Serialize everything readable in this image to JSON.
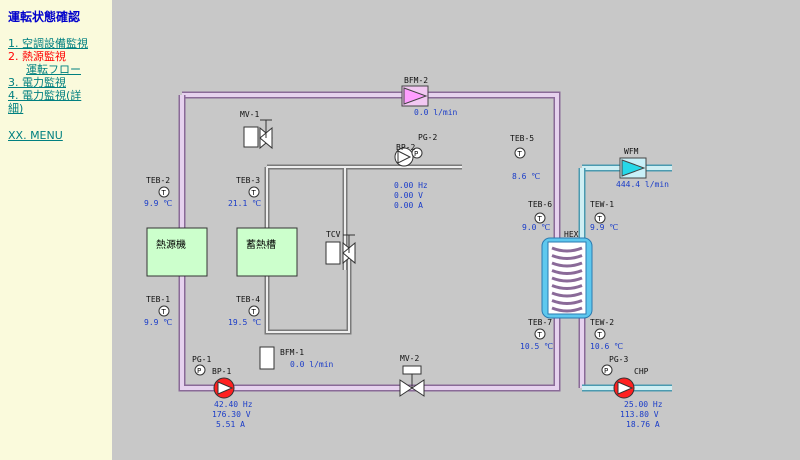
{
  "sidebar": {
    "title": "運転状態確認",
    "items": [
      {
        "label": "1. 空調設備監視"
      },
      {
        "label": "2. 熱源監視"
      },
      {
        "label": "運転フロー"
      },
      {
        "label": "3. 電力監視"
      },
      {
        "label": "4. 電力監視(詳"
      },
      {
        "label": "細)"
      }
    ],
    "menu": "XX. MENU"
  },
  "diagram": {
    "heat_source": "熱源機",
    "storage_tank": "蓄熱槽",
    "bfm2": {
      "tag": "BFM-2",
      "value": "0.0 l/min"
    },
    "mv1": {
      "tag": "MV-1"
    },
    "mv2": {
      "tag": "MV-2"
    },
    "bfm1": {
      "tag": "BFM-1",
      "value": "0.0 l/min"
    },
    "tcv": {
      "tag": "TCV"
    },
    "pg2": {
      "tag": "PG-2"
    },
    "pg1": {
      "tag": "PG-1"
    },
    "pg3": {
      "tag": "PG-3"
    },
    "bp2": {
      "tag": "BP-2",
      "hz": "0.00 Hz",
      "v": "0.00 V",
      "a": "0.00 A"
    },
    "bp1": {
      "tag": "BP-1",
      "hz": "42.40  Hz",
      "v": "176.30 V",
      "a": "5.51 A"
    },
    "chp": {
      "tag": "CHP",
      "hz": "25.00 Hz",
      "v": "113.80 V",
      "a": "18.76 A"
    },
    "teb5": {
      "tag": "TEB-5",
      "value": "8.6 ℃"
    },
    "teb2": {
      "tag": "TEB-2",
      "value": "9.9 ℃"
    },
    "teb3": {
      "tag": "TEB-3",
      "value": "21.1 ℃"
    },
    "teb1": {
      "tag": "TEB-1",
      "value": "9.9 ℃"
    },
    "teb4": {
      "tag": "TEB-4",
      "value": "19.5 ℃"
    },
    "teb6": {
      "tag": "TEB-6",
      "value": "9.0 ℃"
    },
    "teb7": {
      "tag": "TEB-7",
      "value": "10.5 ℃"
    },
    "tew1": {
      "tag": "TEW-1",
      "value": "9.9 ℃"
    },
    "tew2": {
      "tag": "TEW-2",
      "value": "10.6 ℃"
    },
    "wfm": {
      "tag": "WFM",
      "value": "444.4 l/min"
    },
    "hex": {
      "tag": "HEX"
    },
    "sensor_symbol": "T",
    "pg_symbol": "P"
  },
  "colors": {
    "pipe_fill": "#e6d2ee",
    "pipe_border": "#8a6a98",
    "water_fill": "#cfeff4",
    "water_border": "#4a9ab0",
    "box_fill": "#ccffcc",
    "value_text": "#1a3cc8",
    "pump_red": "#ff2020"
  }
}
